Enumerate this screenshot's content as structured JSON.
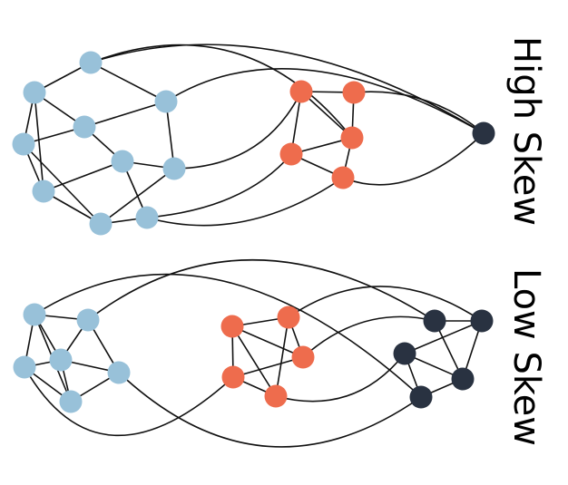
{
  "labels": {
    "high": "High Skew",
    "low": "Low Skew"
  },
  "colors": {
    "blue": "#98c1d9",
    "orange": "#ee6c4d",
    "dark": "#293241",
    "edge": "#111111"
  },
  "graphs": [
    {
      "name": "high-skew-graph",
      "nodes": {
        "A": "blue",
        "B": "blue",
        "C": "blue",
        "D": "blue",
        "E": "blue",
        "F": "blue",
        "G": "blue",
        "H": "blue",
        "I": "blue",
        "J": "blue",
        "P": "orange",
        "Q": "orange",
        "R": "orange",
        "S": "orange",
        "T": "orange",
        "Z": "dark"
      },
      "edges": [
        [
          "A",
          "B"
        ],
        [
          "A",
          "C"
        ],
        [
          "B",
          "D"
        ],
        [
          "B",
          "E"
        ],
        [
          "B",
          "H"
        ],
        [
          "E",
          "D"
        ],
        [
          "D",
          "C"
        ],
        [
          "D",
          "F"
        ],
        [
          "F",
          "G"
        ],
        [
          "C",
          "G"
        ],
        [
          "F",
          "H"
        ],
        [
          "F",
          "J"
        ],
        [
          "G",
          "I"
        ],
        [
          "E",
          "H"
        ],
        [
          "E",
          "I"
        ],
        [
          "H",
          "I"
        ],
        [
          "I",
          "J"
        ],
        [
          "P",
          "Q"
        ],
        [
          "P",
          "R"
        ],
        [
          "P",
          "S"
        ],
        [
          "Q",
          "R"
        ],
        [
          "S",
          "R"
        ],
        [
          "S",
          "T"
        ],
        [
          "R",
          "T"
        ],
        [
          "A",
          "Z"
        ],
        [
          "A",
          "R"
        ],
        [
          "C",
          "Z"
        ],
        [
          "G",
          "P"
        ],
        [
          "J",
          "S"
        ],
        [
          "J",
          "T"
        ],
        [
          "T",
          "Z"
        ],
        [
          "Q",
          "Z"
        ]
      ]
    },
    {
      "name": "low-skew-graph",
      "nodes": {
        "a": "blue",
        "b": "blue",
        "c": "blue",
        "d": "blue",
        "e": "blue",
        "f": "blue",
        "g": "orange",
        "h": "orange",
        "i": "orange",
        "j": "orange",
        "k": "orange",
        "l": "dark",
        "m": "dark",
        "n": "dark",
        "o": "dark",
        "p": "dark"
      },
      "edges": [
        [
          "a",
          "b"
        ],
        [
          "a",
          "c"
        ],
        [
          "a",
          "d"
        ],
        [
          "b",
          "d"
        ],
        [
          "b",
          "e"
        ],
        [
          "c",
          "d"
        ],
        [
          "d",
          "e"
        ],
        [
          "c",
          "f"
        ],
        [
          "d",
          "f"
        ],
        [
          "a",
          "f"
        ],
        [
          "e",
          "f"
        ],
        [
          "g",
          "h"
        ],
        [
          "g",
          "i"
        ],
        [
          "g",
          "j"
        ],
        [
          "g",
          "k"
        ],
        [
          "h",
          "i"
        ],
        [
          "h",
          "k"
        ],
        [
          "j",
          "i"
        ],
        [
          "j",
          "k"
        ],
        [
          "l",
          "m"
        ],
        [
          "l",
          "o"
        ],
        [
          "n",
          "m"
        ],
        [
          "n",
          "o"
        ],
        [
          "n",
          "p"
        ],
        [
          "m",
          "o"
        ],
        [
          "o",
          "p"
        ],
        [
          "a",
          "p"
        ],
        [
          "b",
          "l"
        ],
        [
          "c",
          "j"
        ],
        [
          "e",
          "p"
        ],
        [
          "h",
          "m"
        ],
        [
          "i",
          "l"
        ],
        [
          "k",
          "n"
        ]
      ]
    }
  ]
}
